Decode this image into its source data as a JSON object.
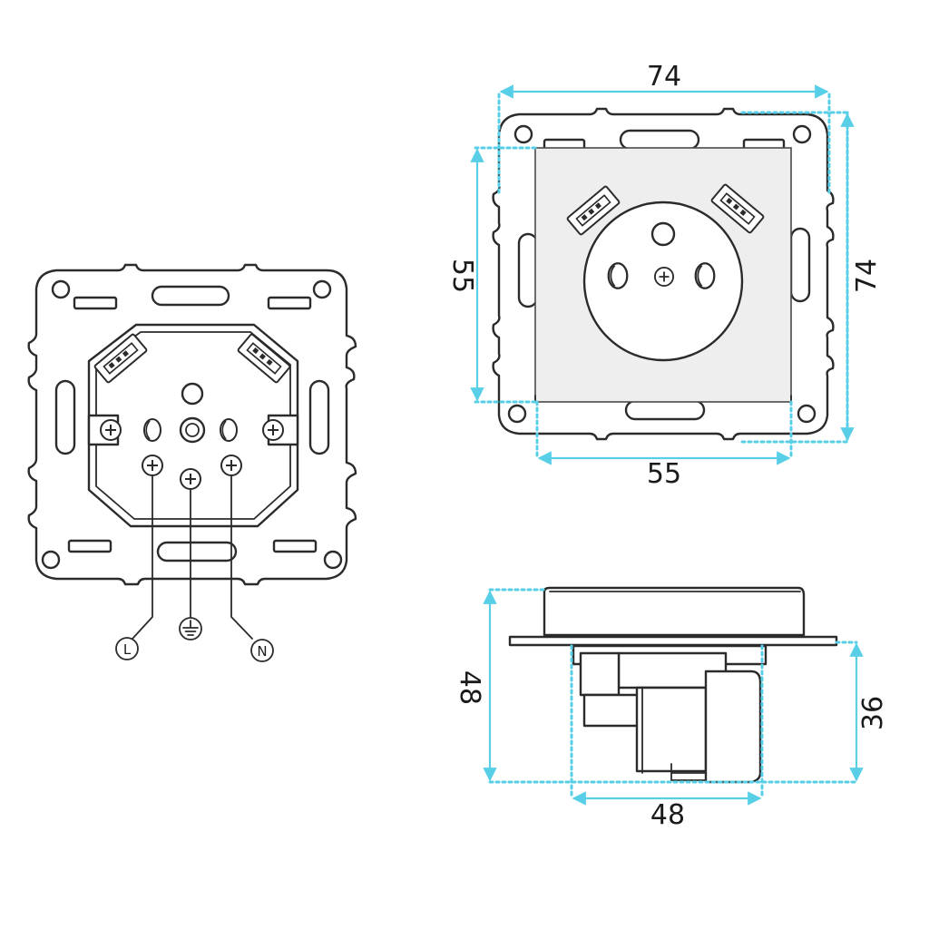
{
  "colors": {
    "outline": "#2b2b2b",
    "dimension": "#58cfe6",
    "face": "#eeeeee"
  },
  "back_view": {
    "terminals": {
      "live": "L",
      "neutral": "N",
      "earth": "earth-symbol"
    }
  },
  "front_view": {
    "dimensions": {
      "frame_width": "74",
      "frame_height": "74",
      "plate_width": "55",
      "plate_height": "55"
    }
  },
  "side_view": {
    "dimensions": {
      "total_depth": "48",
      "body_depth": "36",
      "body_width": "48"
    }
  }
}
